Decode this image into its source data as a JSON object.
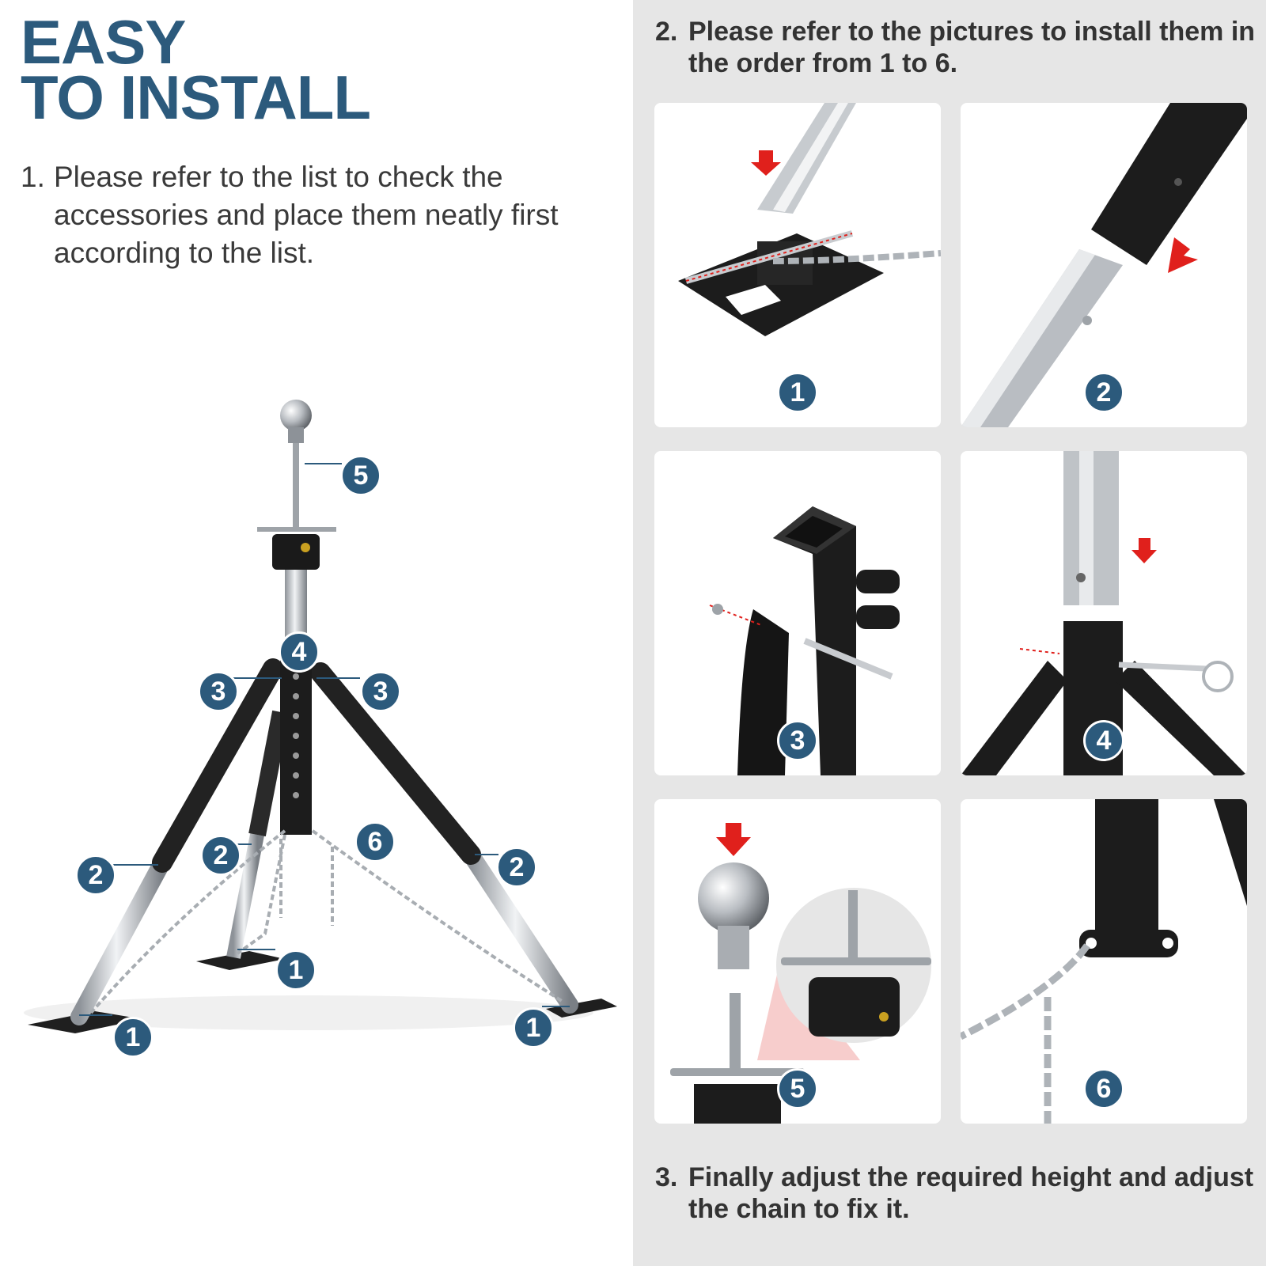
{
  "title": {
    "line1": "EASY",
    "line2": "TO INSTALL"
  },
  "step1": {
    "num": "1.",
    "text": "Please refer to the list to check the accessories and place them neatly first according to the list."
  },
  "step2": {
    "num": "2.",
    "text": "Please refer to the pictures to install them in the order from 1 to 6."
  },
  "step3": {
    "num": "3.",
    "text": "Finally adjust the required height and adjust the chain to fix it."
  },
  "callouts": [
    "5",
    "4",
    "3",
    "3",
    "6",
    "2",
    "2",
    "2",
    "1",
    "1",
    "1"
  ],
  "panels": [
    {
      "badge": "1",
      "illustration": "base-plate-with-chain"
    },
    {
      "badge": "2",
      "illustration": "tube-insertion"
    },
    {
      "badge": "3",
      "illustration": "bracket-bolt"
    },
    {
      "badge": "4",
      "illustration": "center-post-pin"
    },
    {
      "badge": "5",
      "illustration": "hitch-ball-screw"
    },
    {
      "badge": "6",
      "illustration": "chain-hook"
    }
  ],
  "colors": {
    "accent": "#2c5a7c",
    "arrow": "#e0201c",
    "steel": "#1e1e1e",
    "chrome": "#b8bcc2",
    "panel_bg": "#e6e6e6"
  }
}
